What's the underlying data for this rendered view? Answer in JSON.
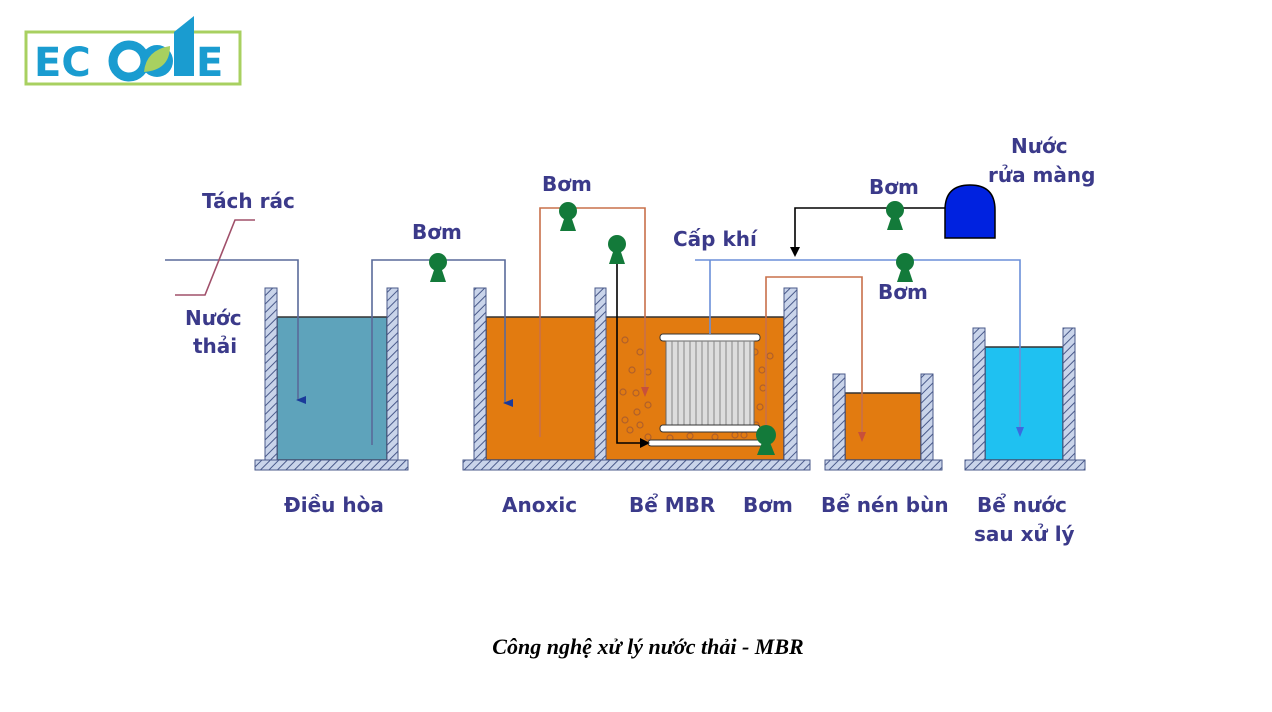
{
  "logo": {
    "text": "ECOONE",
    "brand_blue": "#1a9cd0",
    "brand_green": "#a8d060"
  },
  "diagram": {
    "labels": {
      "screen": "Tách rác",
      "influent_line1": "Nước",
      "influent_line2": "thải",
      "pump1": "Bơm",
      "pump2": "Bơm",
      "air": "Cấp khí",
      "pump3": "Bơm",
      "pump4": "Bơm",
      "wash_line1": "Nước",
      "wash_line2": "rửa màng",
      "tank_equalization": "Điều hòa",
      "tank_anoxic": "Anoxic",
      "tank_mbr": "Bể MBR",
      "pump_bottom": "Bơm",
      "tank_sludge": "Bể nén bùn",
      "tank_treated_line1": "Bể nước",
      "tank_treated_line2": "sau xử lý"
    },
    "colors": {
      "equalization_water": "#5ea3bb",
      "anoxic_water": "#e27b10",
      "treated_water": "#1fc1f1",
      "pump": "#137a3a",
      "label": "#3b3a8a",
      "air_line": "#6b8fd8",
      "sludge_line": "#c8704a"
    }
  },
  "caption": "Công nghệ xử lý nước thải - MBR"
}
